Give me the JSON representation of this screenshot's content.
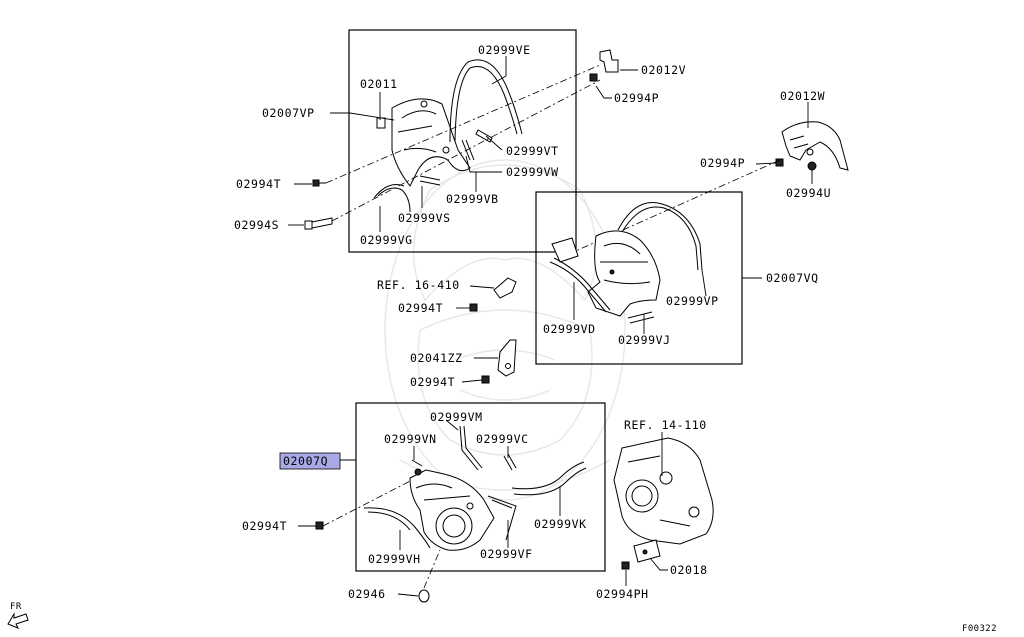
{
  "labels": {
    "l_02999VE": "02999VE",
    "l_02012V": "02012V",
    "l_02011": "02011",
    "l_02994P_a": "02994P",
    "l_02007VP": "02007VP",
    "l_02999VT": "02999VT",
    "l_02999VW": "02999VW",
    "l_02994T_a": "02994T",
    "l_02999VB": "02999VB",
    "l_02999VS": "02999VS",
    "l_02994S": "02994S",
    "l_02999VG": "02999VG",
    "l_02012W": "02012W",
    "l_02994P_b": "02994P",
    "l_02994U": "02994U",
    "l_02007VQ": "02007VQ",
    "l_REF16410": "REF. 16-410",
    "l_02994T_b": "02994T",
    "l_02999VP": "02999VP",
    "l_02999VD": "02999VD",
    "l_02999VJ": "02999VJ",
    "l_02041ZZ": "02041ZZ",
    "l_02994T_c": "02994T",
    "l_02999VM": "02999VM",
    "l_REF14110": "REF. 14-110",
    "l_02999VN": "02999VN",
    "l_02999VC": "02999VC",
    "l_02007Q": "02007Q",
    "l_02994T_d": "02994T",
    "l_02999VK": "02999VK",
    "l_02999VH": "02999VH",
    "l_02999VF": "02999VF",
    "l_02018": "02018",
    "l_02946": "02946",
    "l_02994PH": "02994PH",
    "fr": "FR",
    "figure_code": "F00322"
  },
  "highlighted_part": "02007Q",
  "colors": {
    "highlight": "#a9a9e6",
    "line": "#000000",
    "watermark": "#e7e7e7"
  }
}
